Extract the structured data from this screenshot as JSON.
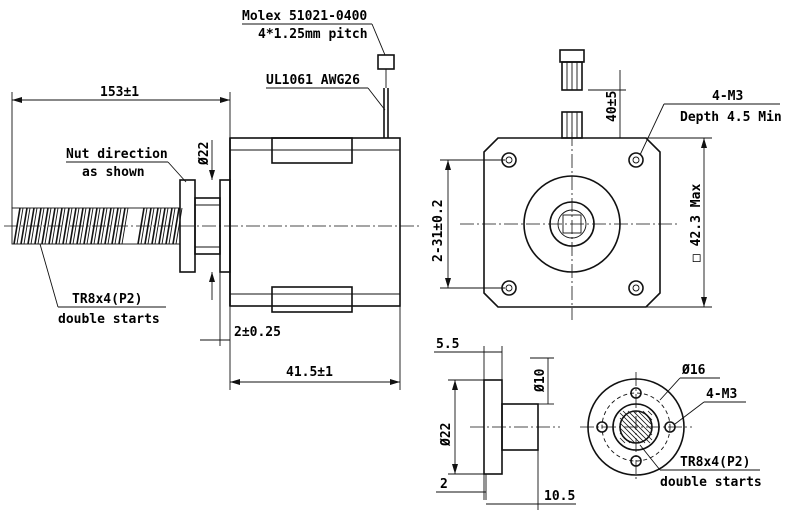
{
  "labels": {
    "connector_part": "Molex 51021-0400",
    "connector_pitch": "4*1.25mm pitch",
    "wire_spec": "UL1061 AWG26",
    "nut_direction_1": "Nut direction",
    "nut_direction_2": "as shown",
    "thread_spec": "TR8x4(P2)",
    "thread_starts": "double starts",
    "mount_holes": "4-M3",
    "mount_depth": "Depth 4.5 Min",
    "nut_holes": "4-M3",
    "nut_thread_spec": "TR8x4(P2)",
    "nut_thread_starts": "double starts"
  },
  "dimensions": {
    "total_length": "153±1",
    "shaft_dia": "Ø22",
    "flange_thickness": "2±0.25",
    "body_length": "41.5±1",
    "hole_spacing": "2-31±0.2",
    "lead_length": "40±5",
    "square_max": "□ 42.3 Max",
    "nut_flange_thk": "5.5",
    "nut_boss_dia": "Ø10",
    "nut_flange_dia": "Ø22",
    "nut_step": "2",
    "nut_length": "10.5",
    "nut_bolt_circle": "Ø16"
  }
}
